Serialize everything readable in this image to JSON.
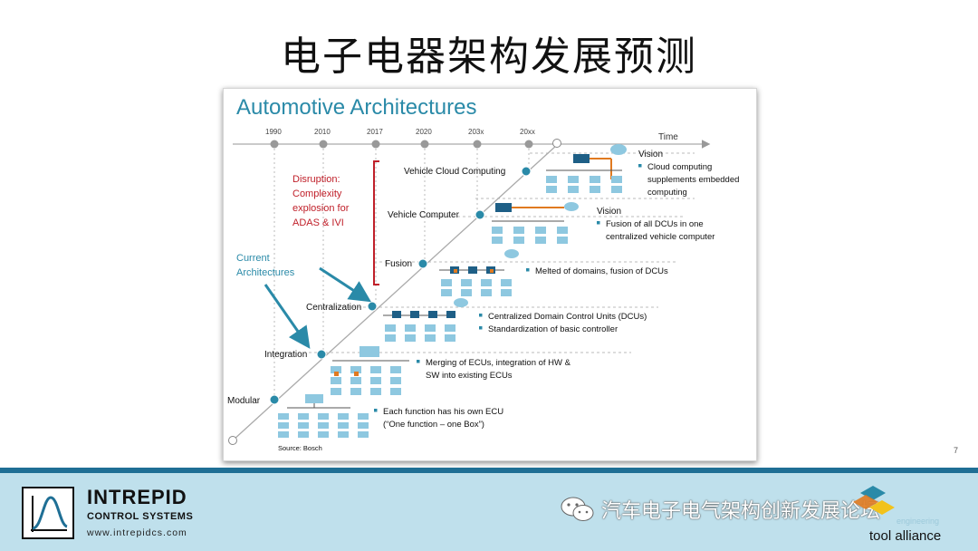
{
  "slide": {
    "title": "电子电器架构发展预测",
    "page_number": "7"
  },
  "figure": {
    "heading": "Automotive Architectures",
    "time_label": "Time",
    "years": [
      "1990",
      "2010",
      "2017",
      "2020",
      "203x",
      "20xx"
    ],
    "stages": [
      {
        "label": "Modular",
        "desc": [
          "Each function has his own ECU",
          "(“One function – one Box”)"
        ]
      },
      {
        "label": "Integration",
        "desc": [
          "Merging of ECUs,  integration of HW &",
          "SW into existing ECUs"
        ]
      },
      {
        "label": "Centralization",
        "desc": [
          "Centralized Domain Control Units (DCUs)",
          "Standardization of basic controller"
        ]
      },
      {
        "label": "Fusion",
        "desc": [
          "Melted of domains, fusion of DCUs"
        ]
      },
      {
        "label": "Vehicle Computer",
        "desc_title": "Vision",
        "desc": [
          "Fusion of all DCUs in one",
          "centralized vehicle computer"
        ]
      },
      {
        "label": "Vehicle Cloud Computing",
        "desc_title": "Vision",
        "desc": [
          "Cloud computing",
          "supplements embedded",
          "computing"
        ]
      }
    ],
    "disruption": [
      "Disruption:",
      "Complexity",
      "explosion for",
      "ADAS & IVI"
    ],
    "current": [
      "Current",
      "Architectures"
    ],
    "source": "Source: Bosch"
  },
  "footer": {
    "company": "INTREPID",
    "company_sub": "CONTROL SYSTEMS",
    "url": "www.intrepidcs.com",
    "watermark": "汽车电子电气架构创新发展论坛",
    "partner": "tool alliance",
    "partner_small": "engineering"
  },
  "colors": {
    "teal": "#2a8aa8",
    "box": "#8ec8e0",
    "dark_box": "#1e5f86",
    "orange": "#e07a20",
    "red": "#c0202a",
    "band": "#bfe0ec",
    "band_border": "#1f6f95"
  }
}
